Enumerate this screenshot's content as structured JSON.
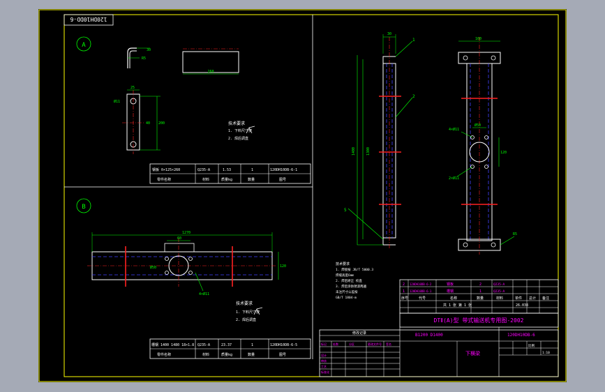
{
  "drawing": {
    "code_rotated": "120DH10DD-6",
    "frame_color": "#ffff00",
    "line_color": "#00ff00",
    "hidden_color": "#4040ff",
    "center_color": "#ff2020",
    "text_color": "#ff00ff"
  },
  "part_a": {
    "label": "A",
    "dims": {
      "small_r": "R5",
      "small_len": "30",
      "plate_len": "260",
      "height": "200",
      "hole_dia": "Ø11",
      "w1": "25",
      "w2": "40"
    },
    "tech": {
      "title": "技术要求",
      "line1": "1. 下料尺寸按",
      "line2": "2. 焊后调直"
    },
    "bom": {
      "row1": [
        "钢板 δ×125×260",
        "Q235-A",
        "1.53",
        "1",
        "120DH10DB-6-1"
      ],
      "row2": [
        "零件名称",
        "材料",
        "质量kg",
        "数量",
        "图号"
      ]
    }
  },
  "part_b": {
    "label": "B",
    "dims": {
      "length": "1270",
      "hole_spacing": "60",
      "right_h": "120",
      "hole_label": "4×Ø11",
      "center_dia": "Ø50"
    },
    "tech": {
      "title": "技术要求",
      "line1": "1. 下料尺寸按",
      "line2": "2. 焊后调直"
    },
    "bom": {
      "row1": [
        "槽钢 1400 1480 18×1.8",
        "Q235-A",
        "23.37",
        "1",
        "120DH10DB-6-5"
      ],
      "row2": [
        "零件名称",
        "材料",
        "质量kg",
        "数量",
        "图号"
      ]
    }
  },
  "assembly": {
    "callouts": [
      "1",
      "2",
      "5"
    ],
    "dims": {
      "top": "30",
      "top_w": "160",
      "height_total": "1400",
      "height_inner": "1300",
      "center_dia": "Ø50",
      "side_hole": "4×Ø11",
      "bot_hole": "2×Ø11",
      "right_a": "120",
      "bot_r": "R5"
    },
    "notes": [
      "技术要求",
      "1. 焊接按 JB/T 5000.3",
      "   焊缝高度6mm",
      "2. 焊后矫正 校直",
      "3. 焊后涂防锈漆两遍",
      "   未注尺寸公差按",
      "   GB/T 1804-m"
    ]
  },
  "title_block": {
    "title": "DTⅡ(A)型 带式输送机专用图-2002",
    "spec": "B1200 D1400",
    "drawing_no": "120DH10DB-6",
    "part_name": "下横梁",
    "scale_label": "比例",
    "scale": "1:10",
    "weight": "26.038",
    "sheet": "共 1 张 第 1 张",
    "bom_header": [
      "序号",
      "代号",
      "名称",
      "数量",
      "材料",
      "单件",
      "总计",
      "备注"
    ],
    "bom_rows": [
      [
        "2",
        "120DH10DB-6-2",
        "钢板",
        "2",
        "Q235-A",
        "",
        "",
        ""
      ],
      [
        "1",
        "120DH10DB-6-1",
        "槽钢",
        "1",
        "Q235-A",
        "",
        "",
        ""
      ]
    ],
    "sign_rows": [
      "标记",
      "处数",
      "分区",
      "更改文件号",
      "签名",
      "年月日"
    ],
    "roles": [
      "设计",
      "审核",
      "工艺",
      "标准化",
      "批准"
    ],
    "change_title": "修改记录"
  }
}
